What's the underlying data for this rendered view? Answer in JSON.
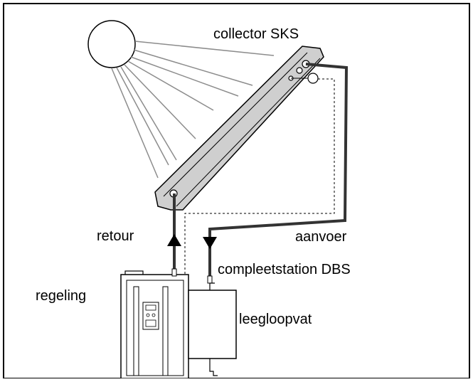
{
  "labels": {
    "collector": "collector SKS",
    "retour": "retour",
    "aanvoer": "aanvoer",
    "station": "compleetstation DBS",
    "regeling": "regeling",
    "leegloopvat": "leegloopvat"
  },
  "colors": {
    "stroke": "#000000",
    "collector_fill": "#cfcfcf",
    "rays": "#8c8c8c",
    "pipe": "#333333"
  }
}
